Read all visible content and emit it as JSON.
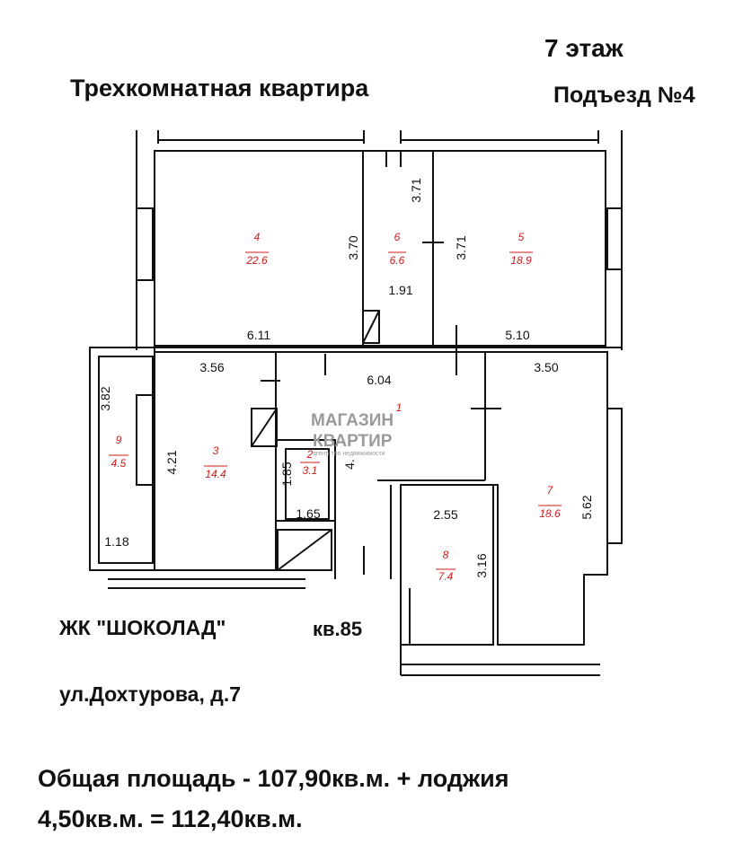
{
  "header": {
    "floor": "7 этаж",
    "apartment_type": "Трехкомнатная квартира",
    "entrance": "Подъезд №4"
  },
  "watermark": {
    "line1": "МАГАЗИН",
    "line2": "КВАРТИР",
    "line3": "агентство недвижимости"
  },
  "rooms": [
    {
      "id": "r4",
      "number": "4",
      "area": "22.6"
    },
    {
      "id": "r6",
      "number": "6",
      "area": "6.6"
    },
    {
      "id": "r5",
      "number": "5",
      "area": "18.9"
    },
    {
      "id": "r9",
      "number": "9",
      "area": "4.5"
    },
    {
      "id": "r3",
      "number": "3",
      "area": "14.4"
    },
    {
      "id": "r1",
      "number": "1",
      "area": ""
    },
    {
      "id": "r2",
      "number": "2",
      "area": "3.1"
    },
    {
      "id": "r7",
      "number": "7",
      "area": "18.6"
    },
    {
      "id": "r8",
      "number": "8",
      "area": "7.4"
    }
  ],
  "dimensions": {
    "d611": "6.11",
    "d370": "3.70",
    "d371a": "3.71",
    "d371b": "3.71",
    "d191": "1.91",
    "d510": "5.10",
    "d356": "3.56",
    "d604": "6.04",
    "d350": "3.50",
    "d382": "3.82",
    "d421": "4.21",
    "d185": "1.85",
    "d165": "1.65",
    "d118": "1.18",
    "d255": "2.55",
    "d316": "3.16",
    "d562": "5.62",
    "d4x": "4."
  },
  "footer": {
    "complex": "ЖК \"ШОКОЛАД\"",
    "apartment": "кв.85",
    "address": "ул.Дохтурова, д.7",
    "area_line1": "Общая площадь - 107,90кв.м. + лоджия",
    "area_line2": "4,50кв.м. = 112,40кв.м."
  }
}
